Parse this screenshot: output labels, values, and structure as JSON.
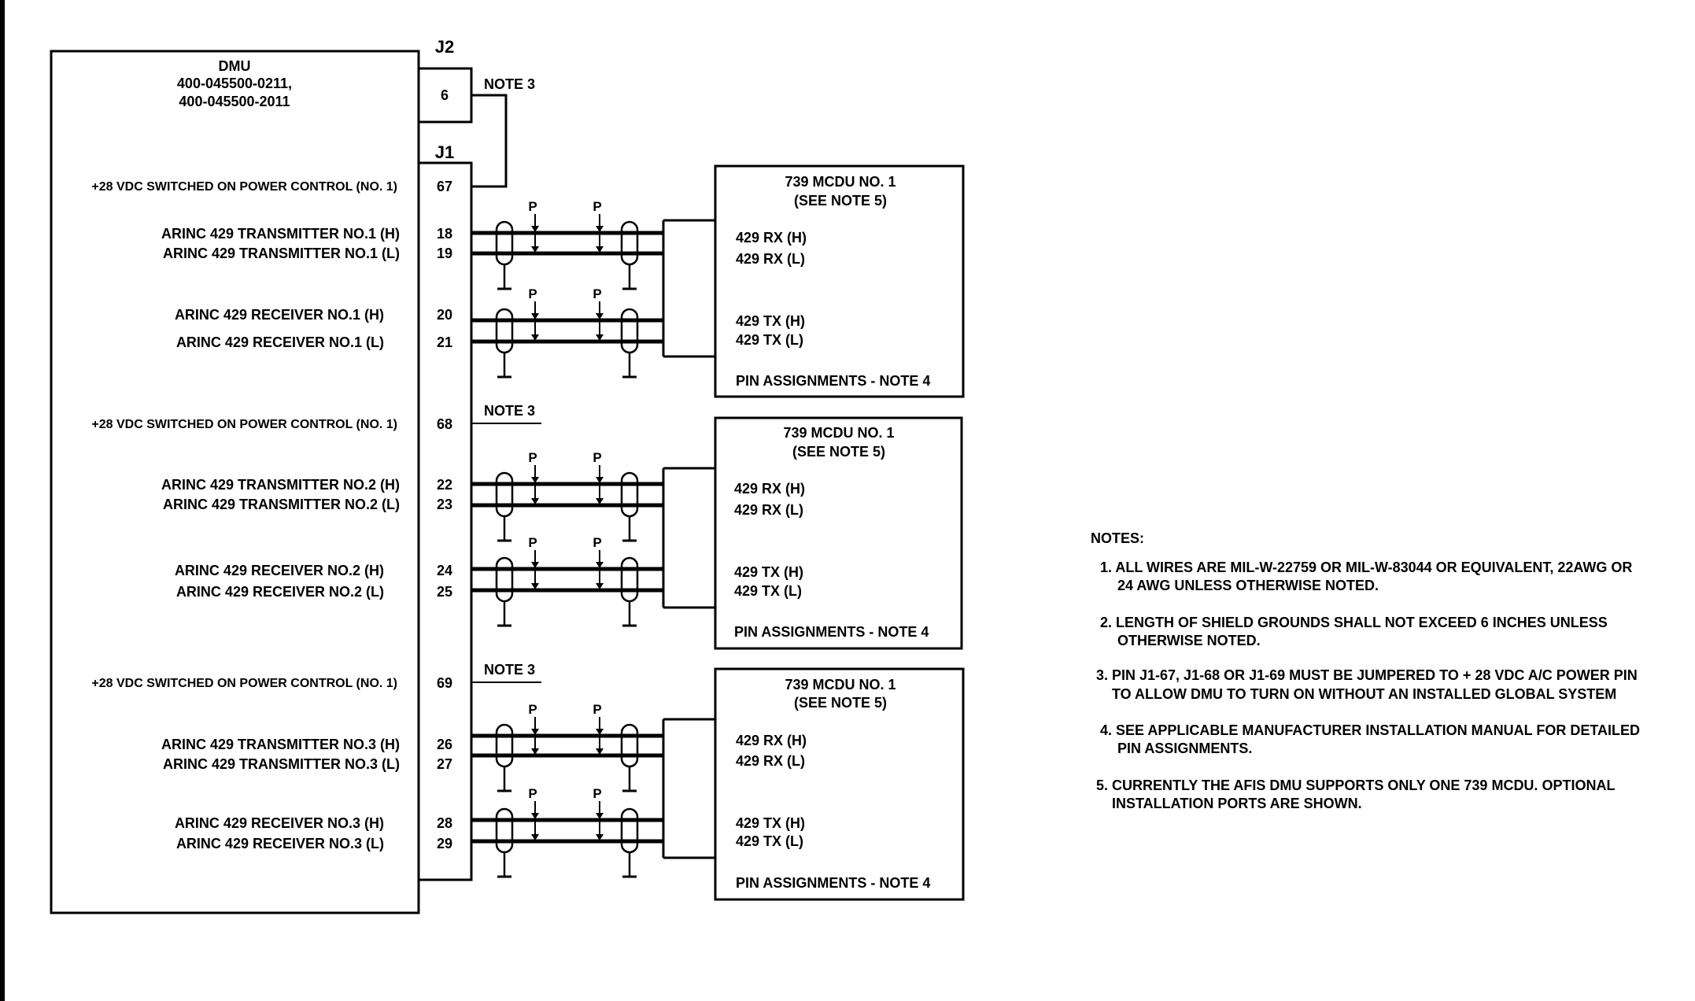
{
  "dmu": {
    "title": "DMU",
    "part1": "400-045500-0211,",
    "part2": "400-045500-2011"
  },
  "connectors": {
    "j2": "J2",
    "j1": "J1"
  },
  "j2_pin": "6",
  "note3_label": "NOTE 3",
  "pin_marker": "P",
  "groups": [
    {
      "power": {
        "label": "+28 VDC SWITCHED  ON  POWER CONTROL (NO. 1)",
        "pin": "67"
      },
      "tx_h": {
        "label": "ARINC 429 TRANSMITTER NO.1 (H)",
        "pin": "18"
      },
      "tx_l": {
        "label": "ARINC 429 TRANSMITTER NO.1 (L)",
        "pin": "19"
      },
      "rx_h": {
        "label": "ARINC 429 RECEIVER NO.1 (H)",
        "pin": "20"
      },
      "rx_l": {
        "label": "ARINC 429 RECEIVER NO.1 (L)",
        "pin": "21"
      }
    },
    {
      "power": {
        "label": "+28 VDC SWITCHED  ON  POWER CONTROL (NO. 1)",
        "pin": "68"
      },
      "tx_h": {
        "label": "ARINC 429 TRANSMITTER NO.2 (H)",
        "pin": "22"
      },
      "tx_l": {
        "label": "ARINC 429 TRANSMITTER NO.2 (L)",
        "pin": "23"
      },
      "rx_h": {
        "label": "ARINC 429 RECEIVER NO.2 (H)",
        "pin": "24"
      },
      "rx_l": {
        "label": "ARINC 429 RECEIVER NO.2 (L)",
        "pin": "25"
      }
    },
    {
      "power": {
        "label": "+28 VDC SWITCHED  ON  POWER CONTROL (NO. 1)",
        "pin": "69"
      },
      "tx_h": {
        "label": "ARINC 429 TRANSMITTER NO.3 (H)",
        "pin": "26"
      },
      "tx_l": {
        "label": "ARINC 429 TRANSMITTER NO.3 (L)",
        "pin": "27"
      },
      "rx_h": {
        "label": "ARINC 429 RECEIVER NO.3 (H)",
        "pin": "28"
      },
      "rx_l": {
        "label": "ARINC 429 RECEIVER NO.3 (L)",
        "pin": "29"
      }
    }
  ],
  "mcdu": {
    "title": "739 MCDU NO. 1",
    "see_note": "(SEE NOTE 5)",
    "rx_h": "429  RX  (H)",
    "rx_l": "429  RX  (L)",
    "tx_h": "429  TX  (H)",
    "tx_l": "429  TX  (L)",
    "pin_assign": "PIN ASSIGNMENTS  - NOTE 4"
  },
  "notes": {
    "heading": "NOTES:",
    "n1a": "1.  ALL WIRES ARE MIL-W-22759 OR MIL-W-83044 OR EQUIVALENT, 22AWG OR",
    "n1b": "24 AWG UNLESS OTHERWISE NOTED.",
    "n2a": "2.  LENGTH OF SHIELD GROUNDS SHALL NOT EXCEED 6 INCHES UNLESS",
    "n2b": "OTHERWISE NOTED.",
    "n3a": "3. PIN J1-67, J1-68 OR J1-69 MUST BE JUMPERED TO + 28 VDC A/C POWER PIN",
    "n3b": "TO ALLOW DMU TO TURN ON WITHOUT AN INSTALLED GLOBAL SYSTEM",
    "n4a": "4.  SEE APPLICABLE MANUFACTURER INSTALLATION MANUAL FOR DETAILED",
    "n4b": "PIN ASSIGNMENTS.",
    "n5a": "5. CURRENTLY THE AFIS DMU SUPPORTS ONLY ONE 739 MCDU. OPTIONAL",
    "n5b": "INSTALLATION PORTS ARE SHOWN."
  }
}
